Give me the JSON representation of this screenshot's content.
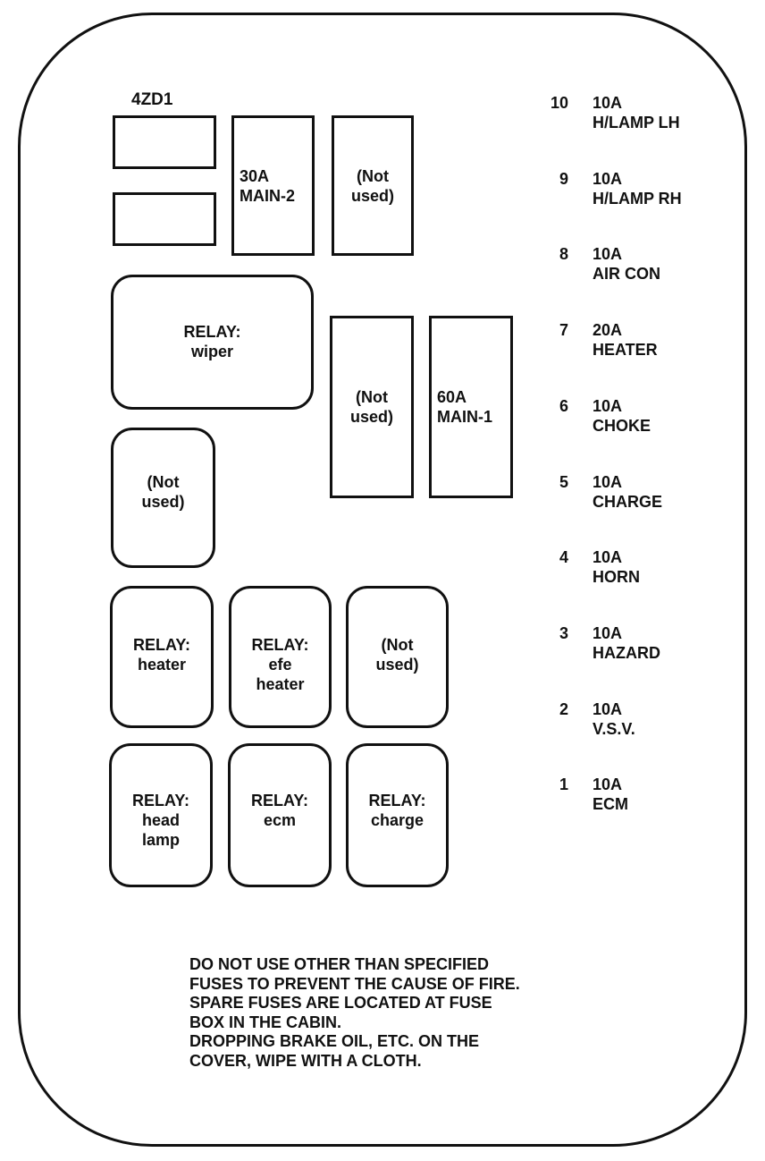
{
  "diagram": {
    "engine_label": "4ZD1",
    "spare_slots": [
      {
        "id": "spare-1",
        "label": ""
      },
      {
        "id": "spare-2",
        "label": ""
      }
    ],
    "large_fuses": [
      {
        "id": "main-2",
        "lines": [
          "30A",
          "MAIN-2"
        ]
      },
      {
        "id": "not-used-top",
        "lines": [
          "(Not",
          "used)"
        ]
      },
      {
        "id": "not-used-middle",
        "lines": [
          "(Not",
          "used)"
        ]
      },
      {
        "id": "main-1",
        "lines": [
          "60A",
          "MAIN-1"
        ]
      }
    ],
    "relays": [
      {
        "id": "relay-wiper",
        "lines": [
          "RELAY:",
          "wiper"
        ]
      },
      {
        "id": "relay-not-used-left",
        "lines": [
          "(Not",
          "used)"
        ]
      },
      {
        "id": "relay-heater",
        "lines": [
          "RELAY:",
          "heater"
        ]
      },
      {
        "id": "relay-efe-heater",
        "lines": [
          "RELAY:",
          "efe",
          "heater"
        ]
      },
      {
        "id": "relay-not-used-right",
        "lines": [
          "(Not",
          "used)"
        ]
      },
      {
        "id": "relay-head-lamp",
        "lines": [
          "RELAY:",
          "head",
          "lamp"
        ]
      },
      {
        "id": "relay-ecm",
        "lines": [
          "RELAY:",
          "ecm"
        ]
      },
      {
        "id": "relay-charge",
        "lines": [
          "RELAY:",
          "charge"
        ]
      }
    ],
    "fuses": [
      {
        "number": "10",
        "rating": "10A",
        "circuit": "H/LAMP LH"
      },
      {
        "number": "9",
        "rating": "10A",
        "circuit": "H/LAMP RH"
      },
      {
        "number": "8",
        "rating": "10A",
        "circuit": "AIR CON"
      },
      {
        "number": "7",
        "rating": "20A",
        "circuit": "HEATER"
      },
      {
        "number": "6",
        "rating": "10A",
        "circuit": "CHOKE"
      },
      {
        "number": "5",
        "rating": "10A",
        "circuit": "CHARGE"
      },
      {
        "number": "4",
        "rating": "10A",
        "circuit": "HORN"
      },
      {
        "number": "3",
        "rating": "10A",
        "circuit": "HAZARD"
      },
      {
        "number": "2",
        "rating": "10A",
        "circuit": "V.S.V."
      },
      {
        "number": "1",
        "rating": "10A",
        "circuit": "ECM"
      }
    ],
    "notice_lines": [
      "DO NOT USE OTHER THAN SPECIFIED",
      "FUSES TO PREVENT THE CAUSE OF FIRE.",
      "SPARE FUSES ARE LOCATED AT FUSE",
      "BOX IN THE CABIN.",
      "DROPPING BRAKE OIL, ETC. ON THE",
      "COVER, WIPE WITH A CLOTH."
    ]
  }
}
